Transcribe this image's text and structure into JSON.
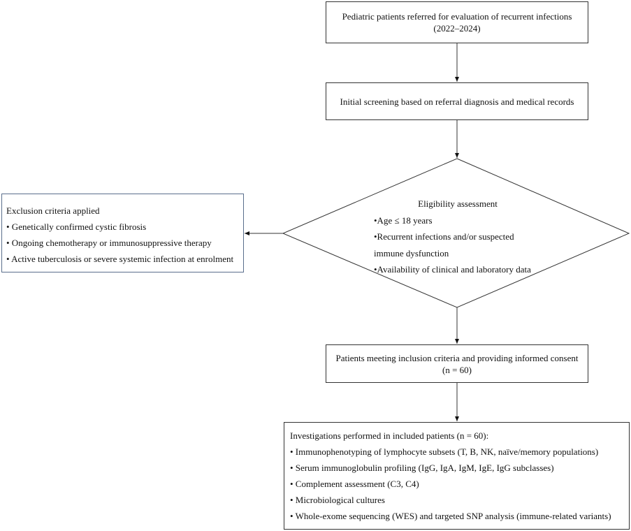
{
  "referral": {
    "line1": "Pediatric patients referred for evaluation of recurrent infections",
    "line2": "(2022–2024)"
  },
  "screening": {
    "text": "Initial screening based on referral diagnosis and medical records"
  },
  "eligibility": {
    "title": "Eligibility assessment",
    "items": [
      "•Age ≤ 18 years",
      "•Recurrent infections and/or suspected",
      "immune dysfunction",
      "•Availability of clinical and laboratory data"
    ]
  },
  "exclusion": {
    "title": "Exclusion criteria applied",
    "items": [
      "• Genetically confirmed cystic fibrosis",
      "• Ongoing chemotherapy or immunosuppressive therapy",
      "• Active tuberculosis or severe systemic infection at enrolment"
    ]
  },
  "included": {
    "line1": "Patients meeting inclusion criteria and providing informed consent",
    "line2": "(n = 60)"
  },
  "investigations": {
    "title": "Investigations performed in included patients (n = 60):",
    "items": [
      "• Immunophenotyping of lymphocyte subsets (T, B, NK, naïve/memory populations)",
      "• Serum immunoglobulin profiling (IgG, IgA, IgM, IgE, IgG subclasses)",
      "• Complement assessment (C3, C4)",
      "• Microbiological cultures",
      "• Whole-exome sequencing (WES) and targeted SNP analysis (immune-related variants)"
    ]
  }
}
